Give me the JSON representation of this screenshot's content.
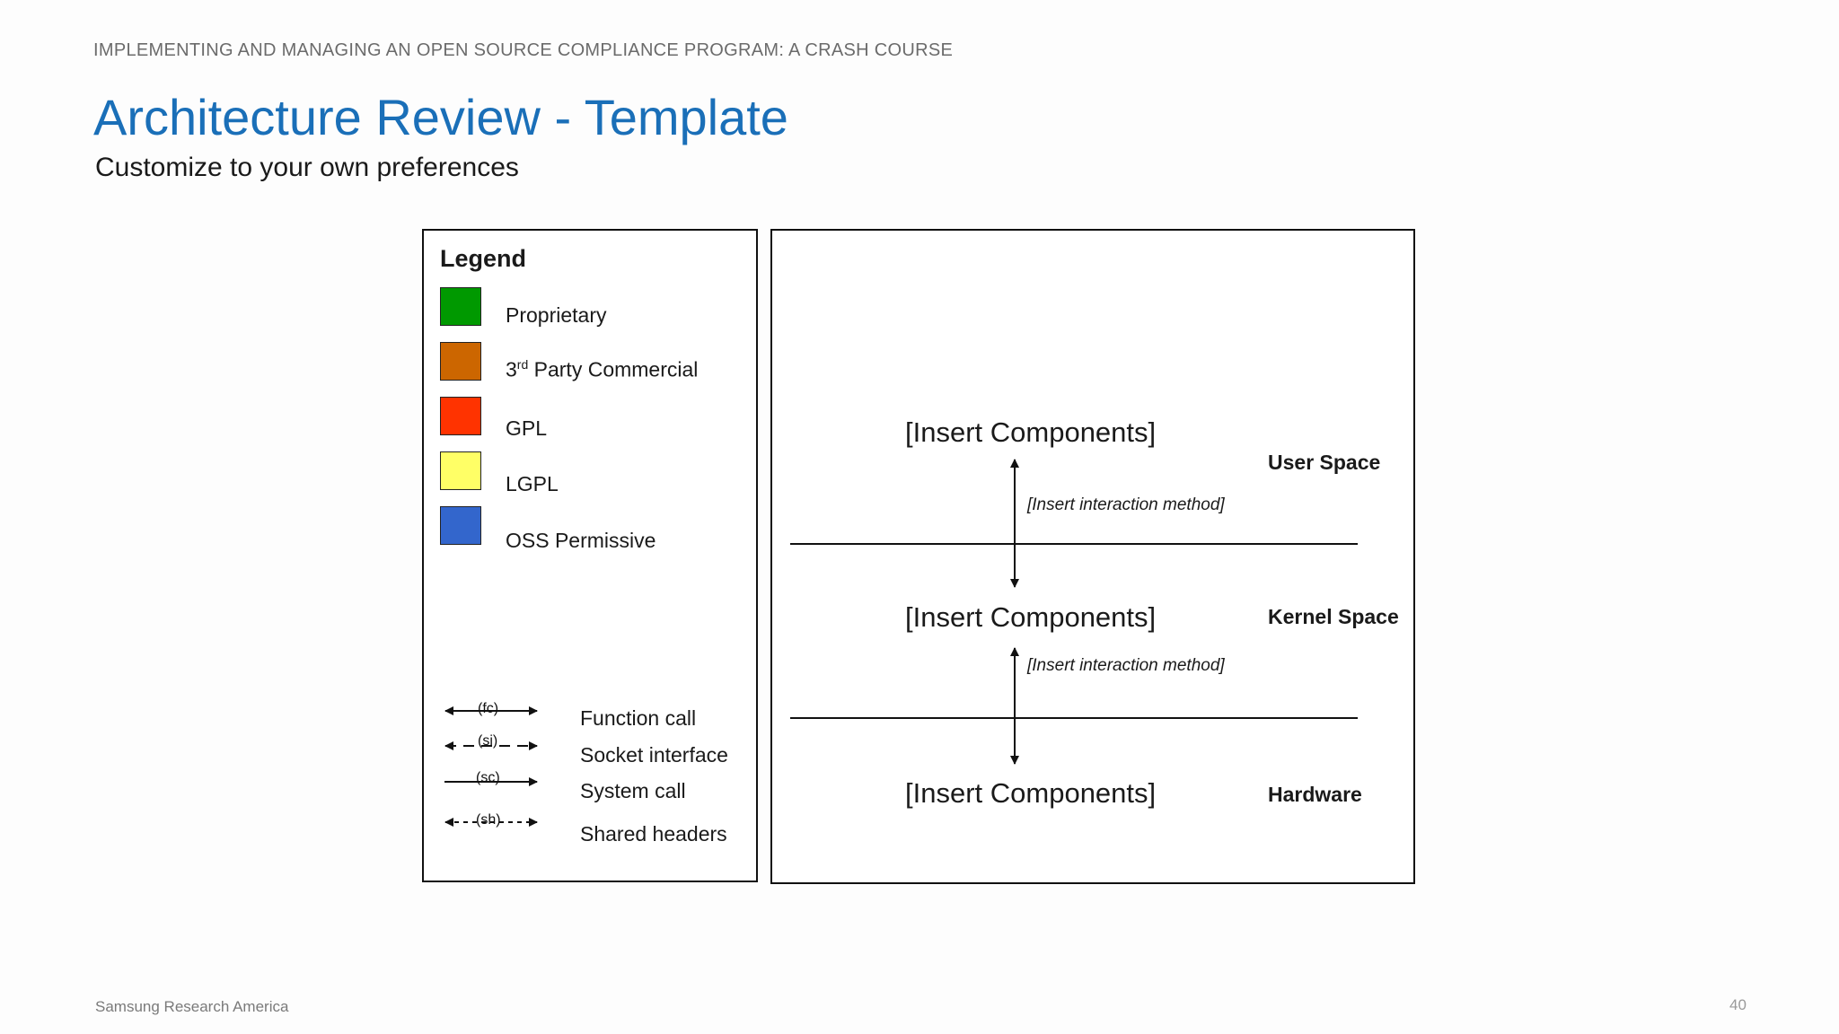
{
  "header": {
    "course": "IMPLEMENTING AND MANAGING AN OPEN SOURCE COMPLIANCE PROGRAM: A CRASH COURSE",
    "title": "Architecture Review - Template",
    "subtitle": "Customize to your own preferences"
  },
  "legend": {
    "title": "Legend",
    "licenses": [
      {
        "label": "Proprietary",
        "color": "#009900"
      },
      {
        "label_pre": "3",
        "label_sup": "rd",
        "label_post": " Party Commercial",
        "color": "#cc6600"
      },
      {
        "label": "GPL",
        "color": "#ff3300"
      },
      {
        "label": "LGPL",
        "color": "#ffff66"
      },
      {
        "label": "OSS Permissive",
        "color": "#3366cc"
      }
    ],
    "interactions": [
      {
        "abbr": "(fc)",
        "label": "Function call",
        "style": "solid-double"
      },
      {
        "abbr": "(si)",
        "label": "Socket interface",
        "style": "dash-double"
      },
      {
        "abbr": "(sc)",
        "label": "System call",
        "style": "solid-single"
      },
      {
        "abbr": "(sh)",
        "label": "Shared headers",
        "style": "dot-double"
      }
    ]
  },
  "diagram": {
    "layers": [
      {
        "components": "[Insert Components]",
        "space": "User Space"
      },
      {
        "components": "[Insert Components]",
        "space": "Kernel Space"
      },
      {
        "components": "[Insert Components]",
        "space": "Hardware"
      }
    ],
    "methods": [
      "[Insert interaction method]",
      "[Insert interaction method]"
    ]
  },
  "footer": {
    "organization": "Samsung Research America",
    "page": "40"
  }
}
